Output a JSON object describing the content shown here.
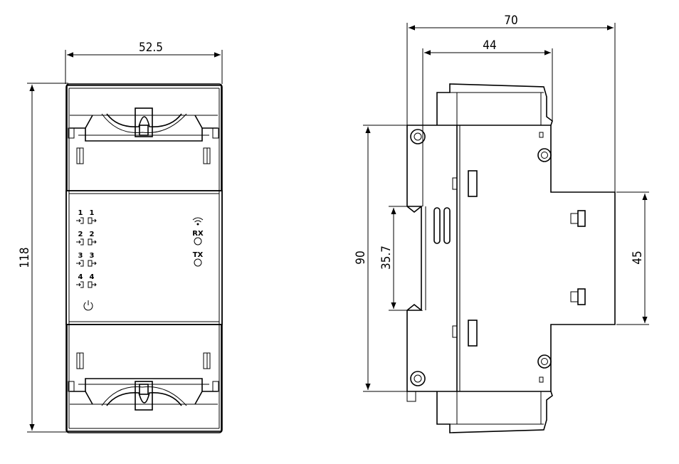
{
  "front_view": {
    "width_dim": "52.5",
    "height_dim": "118",
    "led_labels": {
      "ch1_in": "1",
      "ch1_out": "1",
      "ch2_in": "2",
      "ch2_out": "2",
      "ch3_in": "3",
      "ch3_out": "3",
      "ch4_in": "4",
      "ch4_out": "4",
      "rx": "RX",
      "tx": "TX"
    },
    "icons": [
      "wifi-icon",
      "power-icon",
      "input-icon",
      "output-icon"
    ]
  },
  "side_view": {
    "depth_total_dim": "70",
    "depth_front_dim": "44",
    "height_dim": "90",
    "rail_slot_dim": "35.7",
    "rail_width_dim": "45"
  }
}
